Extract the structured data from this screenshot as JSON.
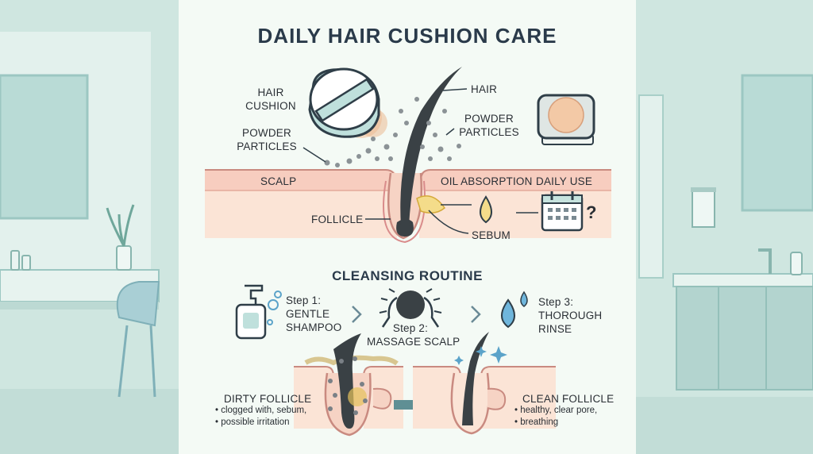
{
  "title": "DAILY HAIR CUSHION CARE",
  "labels": {
    "hair_cushion": [
      "HAIR",
      "CUSHION"
    ],
    "powder_left": [
      "POWDER",
      "PARTICLES"
    ],
    "hair": "HAIR",
    "powder_right": [
      "POWDER",
      "PARTICLES"
    ],
    "scalp": "SCALP",
    "oil_absorption": "OIL ABSORPTION",
    "daily_use": "DAILY USE",
    "follicle": "FOLLICLE",
    "sebum": "SEBUM",
    "question_mark": "?"
  },
  "routine": {
    "title": "CLEANSING ROUTINE",
    "step1": [
      "Step 1:",
      "GENTLE",
      "SHAMPOO"
    ],
    "step2": [
      "Step 2:",
      "MASSAGE SCALP"
    ],
    "step3": [
      "Step 3:",
      "THOROUGH",
      "RINSE"
    ]
  },
  "comparison": {
    "dirty": {
      "title": "DIRTY FOLLICLE",
      "bullets": [
        "• clogged with, sebum,",
        "• possible irritation"
      ]
    },
    "clean": {
      "title": "CLEAN FOLLICLE",
      "bullets": [
        "• healthy, clear pore,",
        "• breathing"
      ]
    }
  },
  "colors": {
    "panel": "#f4faf5",
    "skin_top": "#f7cdbf",
    "skin_body": "#fbe4d6",
    "skin_line": "#c98a80",
    "hair": "#3a4145",
    "accent_blue": "#5ba3c9",
    "sebum": "#e6c25c",
    "room": "#cfe6e0"
  },
  "icons": [
    "cushion-puff-icon",
    "compact-icon",
    "calendar-icon",
    "shampoo-bottle-icon",
    "massage-hands-icon",
    "water-drop-icon",
    "chevron-right-icon",
    "arrow-right-icon",
    "sparkle-icon"
  ]
}
